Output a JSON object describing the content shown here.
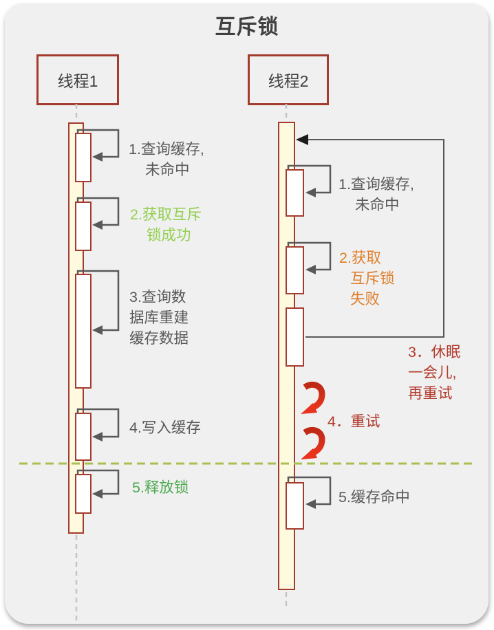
{
  "diagram": {
    "title": "互斥锁",
    "thread1": {
      "name": "线程1",
      "steps": {
        "s1": {
          "l1": "1.查询缓存,",
          "l2": "未命中"
        },
        "s2": {
          "l1": "2.获取互斥",
          "l2": "锁成功"
        },
        "s3": {
          "l1": "3.查询数",
          "l2": "据库重建",
          "l3": "缓存数据"
        },
        "s4": {
          "l1": "4.写入缓存"
        },
        "s5": {
          "l1": "5.释放锁"
        }
      }
    },
    "thread2": {
      "name": "线程2",
      "steps": {
        "s1": {
          "l1": "1.查询缓存,",
          "l2": "未命中"
        },
        "s2": {
          "l1": "2.获取",
          "l2": "互斥锁",
          "l3": "失败"
        },
        "s3": {
          "l1": "3．休眠",
          "l2": "一会儿,",
          "l3": "再重试"
        },
        "s4": {
          "l1": "4．重试"
        },
        "s5": {
          "l1": "5.缓存命中"
        }
      }
    },
    "colors": {
      "accent_border_red": "#A33B2E",
      "activation_fill": "#FDFAE0",
      "text_gray": "#595959",
      "success_light_green": "#92D050",
      "release_green": "#4BA94F",
      "fail_orange": "#DF7D28",
      "retry_brick_red": "#B23B2E",
      "retry_arrow_red": "#DD2E1A",
      "separator_green": "#A9C04F"
    }
  }
}
